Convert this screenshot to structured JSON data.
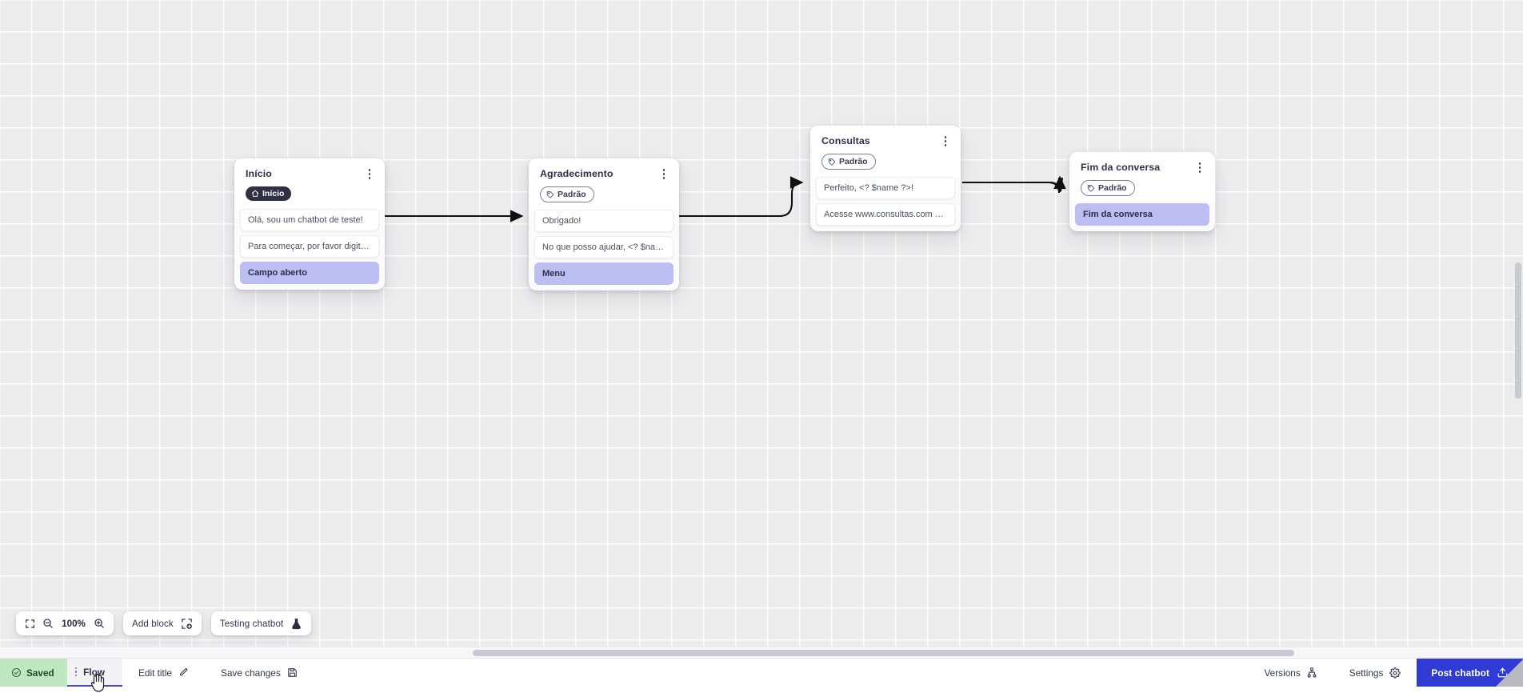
{
  "canvas": {
    "grid_color": "#ececed",
    "accent_color": "#2f3bd4",
    "node_accent_row_color": "#bcbdf0"
  },
  "nodes": [
    {
      "id": "inicio",
      "title": "Início",
      "badge": {
        "label": "Início",
        "icon": "home-icon",
        "style": "start"
      },
      "rows": [
        {
          "text": "Olá, sou um chatbot de teste!",
          "accent": false
        },
        {
          "text": "Para começar, por favor digite o ...",
          "accent": false
        },
        {
          "text": "Campo aberto",
          "accent": true
        }
      ]
    },
    {
      "id": "agradecimento",
      "title": "Agradecimento",
      "badge": {
        "label": "Padrão",
        "icon": "tag-icon",
        "style": "default"
      },
      "rows": [
        {
          "text": "Obrigado!",
          "accent": false
        },
        {
          "text": "No que posso ajudar, <? $name ...",
          "accent": false
        },
        {
          "text": "Menu",
          "accent": true
        }
      ]
    },
    {
      "id": "consultas",
      "title": "Consultas",
      "badge": {
        "label": "Padrão",
        "icon": "tag-icon",
        "style": "default"
      },
      "rows": [
        {
          "text": "Perfeito, <? $name ?>!",
          "accent": false
        },
        {
          "text": "Acesse www.consultas.com par...",
          "accent": false
        }
      ]
    },
    {
      "id": "fim-da-conversa",
      "title": "Fim da conversa",
      "badge": {
        "label": "Padrão",
        "icon": "tag-icon",
        "style": "default"
      },
      "rows": [
        {
          "text": "Fim da conversa",
          "accent": true
        }
      ]
    }
  ],
  "toolbar": {
    "fit_icon": "fit-screen-icon",
    "zoom_out_icon": "zoom-out-icon",
    "zoom_level": "100%",
    "zoom_in_icon": "zoom-in-icon",
    "add_block_label": "Add block",
    "add_block_icon": "add-block-icon",
    "testing_chatbot_label": "Testing chatbot",
    "testing_chatbot_icon": "flask-icon"
  },
  "statusbar": {
    "saved_label": "Saved",
    "saved_icon": "check-circle-icon",
    "tab_label": "Flow",
    "tab_menu_icon": "vertical-dots-icon",
    "edit_title_label": "Edit title",
    "edit_title_icon": "pencil-icon",
    "save_changes_label": "Save changes",
    "save_changes_icon": "floppy-disk-icon",
    "versions_label": "Versions",
    "versions_icon": "branch-icon",
    "settings_label": "Settings",
    "settings_icon": "gear-icon",
    "post_chatbot_label": "Post chatbot",
    "post_chatbot_icon": "upload-icon"
  }
}
